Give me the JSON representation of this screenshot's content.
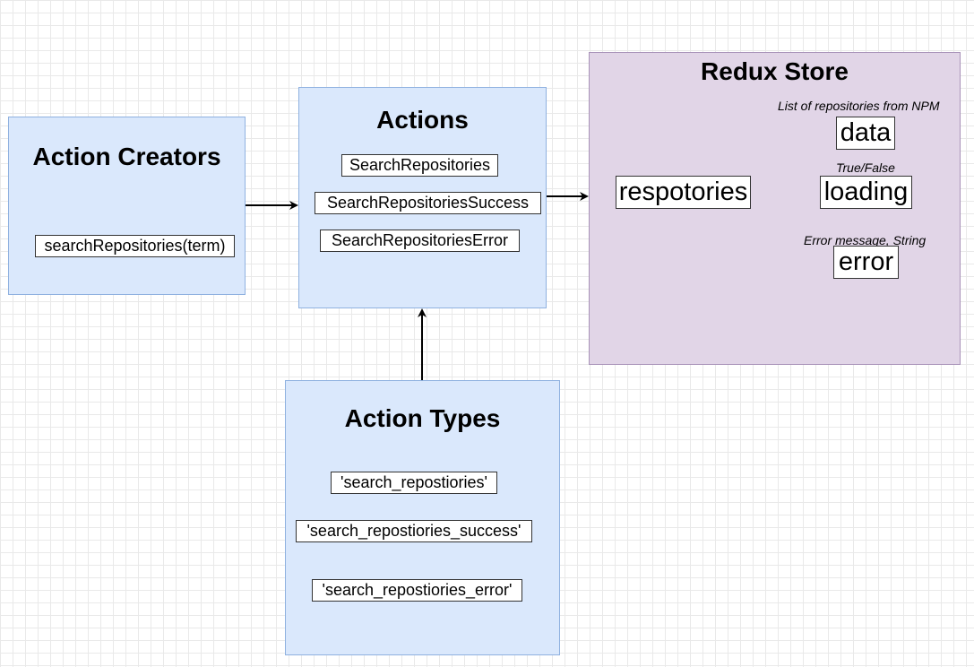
{
  "action_creators": {
    "title": "Action Creators",
    "items": [
      "searchRepositories(term)"
    ]
  },
  "actions": {
    "title": "Actions",
    "items": [
      "SearchRepositories",
      "SearchRepositoriesSuccess",
      "SearchRepositoriesError"
    ]
  },
  "action_types": {
    "title": "Action Types",
    "items": [
      "'search_repostiories'",
      "'search_repostiories_success'",
      "'search_repostiories_error'"
    ]
  },
  "redux_store": {
    "title": "Redux Store",
    "root_key": "respotories",
    "fields": [
      {
        "name": "data",
        "note": "List of repositories from NPM"
      },
      {
        "name": "loading",
        "note": "True/False"
      },
      {
        "name": "error",
        "note": "Error message, String"
      }
    ]
  },
  "colors": {
    "module_fill": "#dae8fc",
    "module_stroke": "#8fb1e0",
    "store_fill": "#e1d5e7",
    "store_stroke": "#a892b8",
    "arrow": "#000000"
  }
}
